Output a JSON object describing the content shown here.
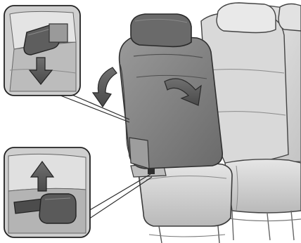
{
  "figure": {
    "parts": [
      {
        "name": "headrest"
      },
      {
        "name": "seatback-folding"
      },
      {
        "name": "seat-cushion"
      },
      {
        "name": "rear-seat-bench"
      }
    ],
    "callouts": [
      {
        "name": "upper-detail",
        "shows": "release-lever",
        "arrow": "down"
      },
      {
        "name": "lower-detail",
        "shows": "release-handle",
        "arrow": "up"
      }
    ],
    "motion_arrows": [
      {
        "name": "seatback-fold-forward",
        "direction": "forward"
      },
      {
        "name": "seatback-tilt",
        "direction": "backward-curve"
      }
    ]
  },
  "colors": {
    "seat_dark": "#7e7e7e",
    "seat_mid": "#a8a8a8",
    "seat_light": "#dadada",
    "outline": "#3a3a3a",
    "arrow_fill": "#5c5c5c",
    "callout_bg": "#cfcfcf"
  }
}
